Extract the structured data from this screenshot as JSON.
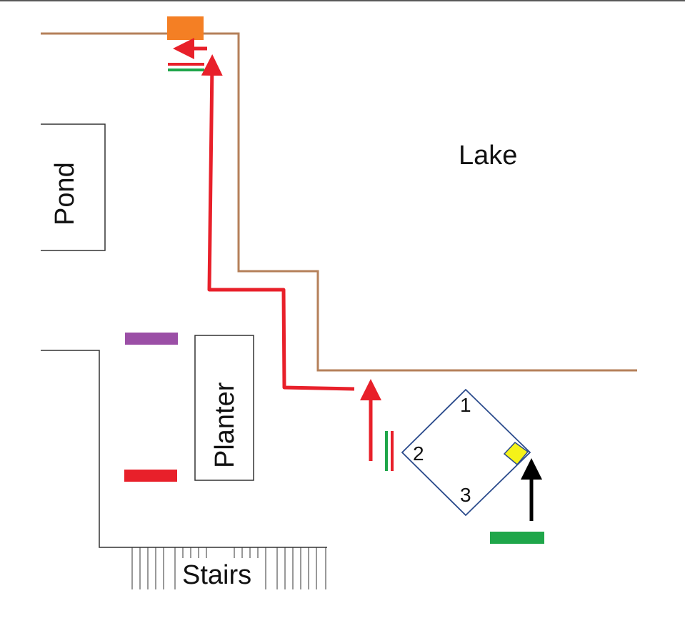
{
  "labels": {
    "lake": "Lake",
    "pond": "Pond",
    "planter": "Planter",
    "stairs": "Stairs",
    "corner_1": "1",
    "corner_2": "2",
    "corner_3": "3"
  },
  "colors": {
    "shoreline": "#b5805a",
    "route": "#e8202a",
    "arrow_black": "#000000",
    "marker_green": "#1fa64a",
    "marker_red": "#e8202a",
    "marker_purple": "#9b4fa6",
    "marker_orange": "#f47f24",
    "marker_yellow": "#f5f219",
    "diamond_outline": "#2b4b8c"
  }
}
